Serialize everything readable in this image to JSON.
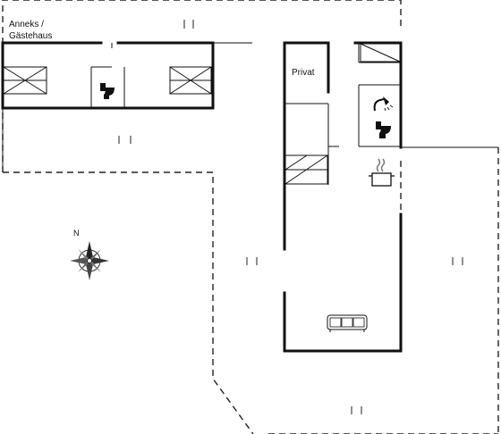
{
  "labels": {
    "annex_line1": "Anneks /",
    "annex_line2": "Gästehaus",
    "private_room": "Privat",
    "compass_north": "N"
  },
  "icons": {
    "shower": "shower-icon",
    "toilet": "toilet-icon",
    "cooking": "cooking-pot-icon",
    "sofa": "sofa-icon",
    "bed": "bed-icon",
    "compass": "compass-rose-icon"
  },
  "colors": {
    "wall": "#111111",
    "background": "#ffffff"
  }
}
